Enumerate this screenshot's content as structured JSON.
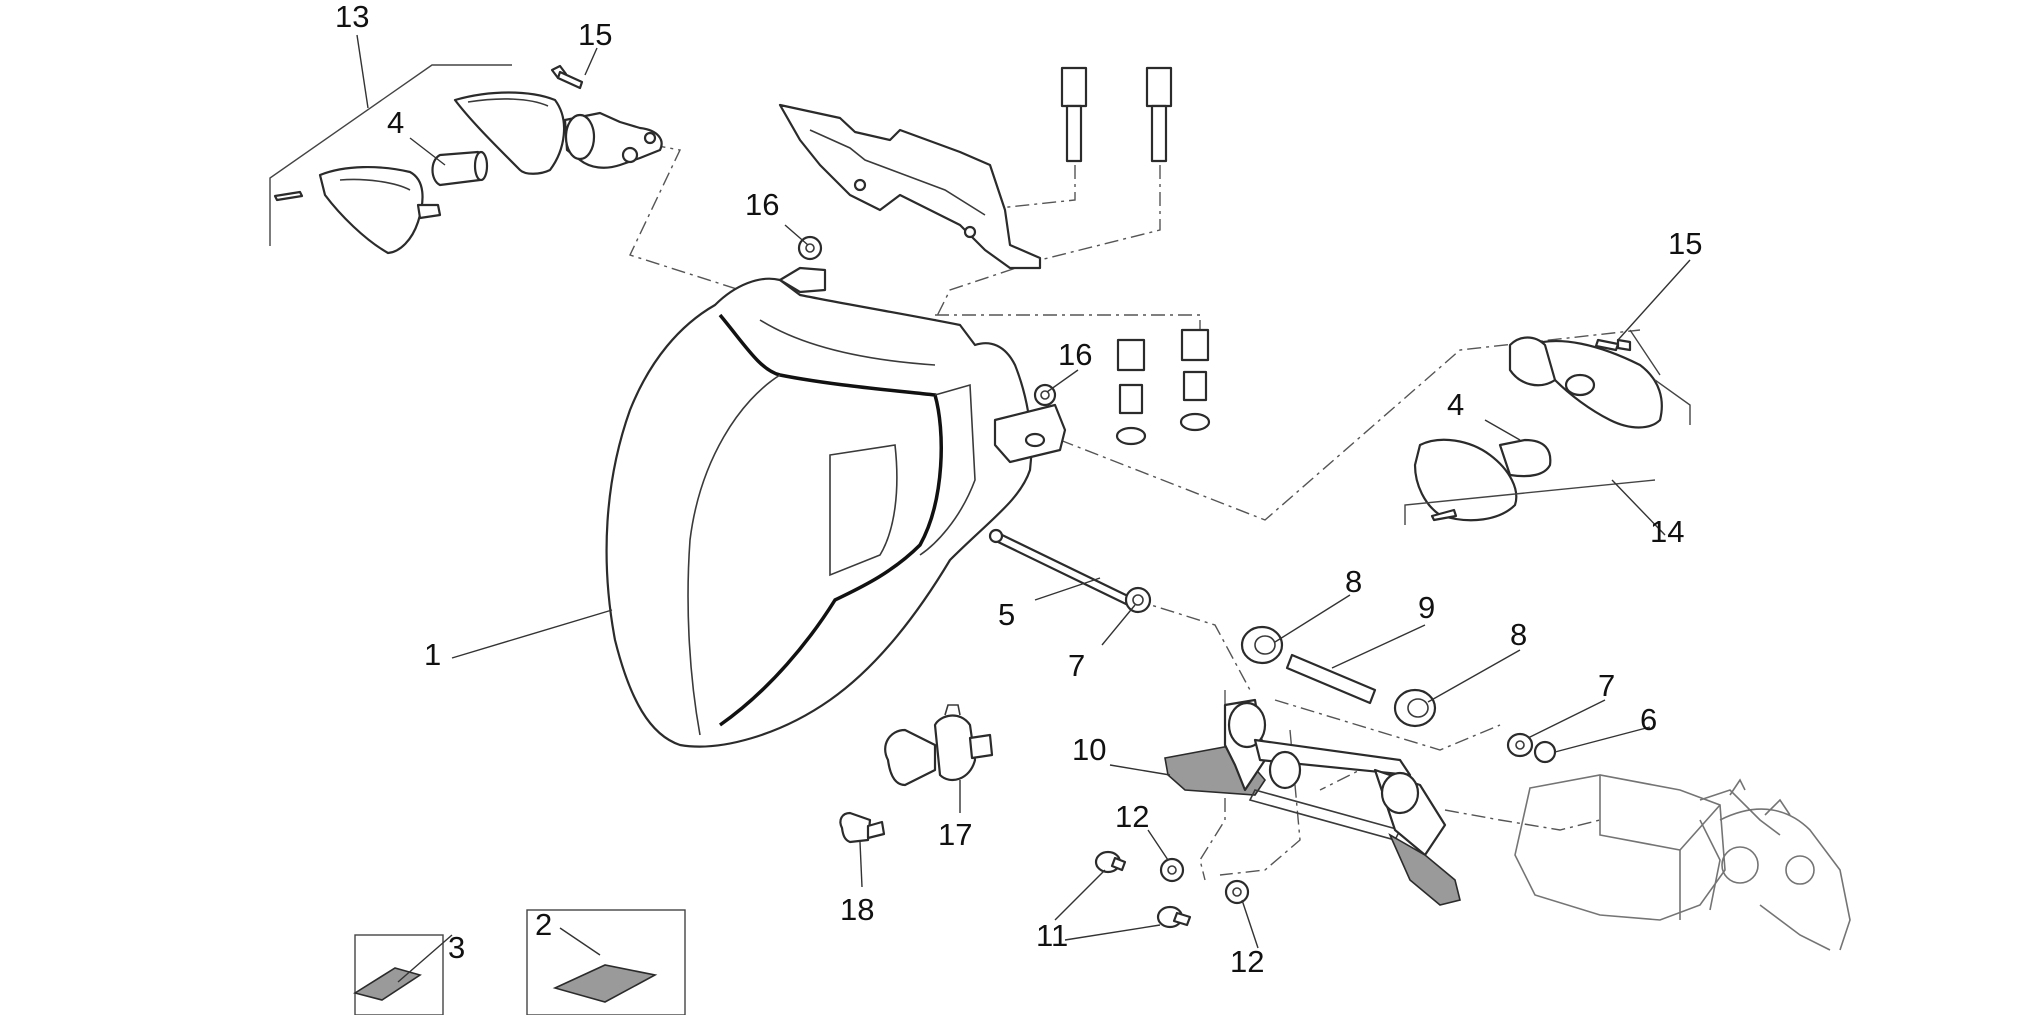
{
  "diagram": {
    "callouts": {
      "c1": "1",
      "c2": "2",
      "c3": "3",
      "c4a": "4",
      "c4b": "4",
      "c5": "5",
      "c6": "6",
      "c7a": "7",
      "c7b": "7",
      "c8a": "8",
      "c8b": "8",
      "c9": "9",
      "c10": "10",
      "c11": "11",
      "c12a": "12",
      "c12b": "12",
      "c13": "13",
      "c14": "14",
      "c15a": "15",
      "c15b": "15",
      "c16a": "16",
      "c16b": "16",
      "c17": "17",
      "c18": "18"
    }
  }
}
